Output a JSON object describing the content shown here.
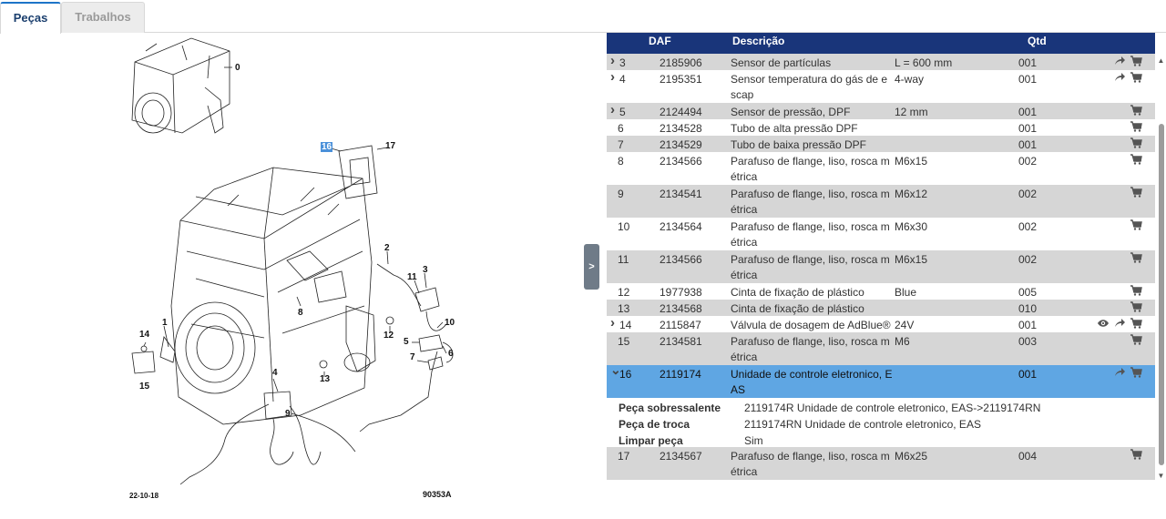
{
  "tabs": [
    {
      "label": "Peças",
      "active": true
    },
    {
      "label": "Trabalhos",
      "active": false
    }
  ],
  "diagram": {
    "callouts": [
      "0",
      "16",
      "17",
      "2",
      "11",
      "3",
      "8",
      "10",
      "1",
      "12",
      "5",
      "6",
      "14",
      "7",
      "13",
      "4",
      "9",
      "15"
    ],
    "date_label": "22-10-18",
    "drawing_code": "90353A",
    "highlight_color": "#4a90d9"
  },
  "collapse_toggle": {
    "label": ">",
    "icon": "chevron-right-icon"
  },
  "table": {
    "headers": {
      "daf": "DAF",
      "descricao": "Descrição",
      "qtd": "Qtd"
    },
    "header_color": "#19357a",
    "selected_color": "#5fa6e3",
    "rows": [
      {
        "num": "3",
        "daf": "2185906",
        "desc": "Sensor de partículas",
        "spec": "L = 600 mm",
        "qtd": "001",
        "expandable": true,
        "expanded": false,
        "icons": [
          "share-icon",
          "cart-icon"
        ]
      },
      {
        "num": "4",
        "daf": "2195351",
        "desc": "Sensor temperatura do gás de escap",
        "spec": "4-way",
        "qtd": "001",
        "expandable": true,
        "expanded": false,
        "icons": [
          "share-icon",
          "cart-icon"
        ]
      },
      {
        "num": "5",
        "daf": "2124494",
        "desc": "Sensor de pressão, DPF",
        "spec": "12 mm",
        "qtd": "001",
        "expandable": true,
        "expanded": false,
        "icons": [
          "cart-icon"
        ]
      },
      {
        "num": "6",
        "daf": "2134528",
        "desc": "Tubo de alta pressão DPF",
        "spec": "",
        "qtd": "001",
        "expandable": false,
        "icons": [
          "cart-icon"
        ]
      },
      {
        "num": "7",
        "daf": "2134529",
        "desc": "Tubo de baixa pressão DPF",
        "spec": "",
        "qtd": "001",
        "expandable": false,
        "icons": [
          "cart-icon"
        ]
      },
      {
        "num": "8",
        "daf": "2134566",
        "desc": "Parafuso de flange, liso, rosca métrica",
        "spec": "M6x15",
        "qtd": "002",
        "expandable": false,
        "icons": [
          "cart-icon"
        ]
      },
      {
        "num": "9",
        "daf": "2134541",
        "desc": "Parafuso de flange, liso, rosca métrica",
        "spec": "M6x12",
        "qtd": "002",
        "expandable": false,
        "icons": [
          "cart-icon"
        ]
      },
      {
        "num": "10",
        "daf": "2134564",
        "desc": "Parafuso de flange, liso, rosca métrica",
        "spec": "M6x30",
        "qtd": "002",
        "expandable": false,
        "icons": [
          "cart-icon"
        ]
      },
      {
        "num": "11",
        "daf": "2134566",
        "desc": "Parafuso de flange, liso, rosca métrica",
        "spec": "M6x15",
        "qtd": "002",
        "expandable": false,
        "icons": [
          "cart-icon"
        ]
      },
      {
        "num": "12",
        "daf": "1977938",
        "desc": "Cinta de fixação de plástico",
        "spec": "Blue",
        "qtd": "005",
        "expandable": false,
        "icons": [
          "cart-icon"
        ]
      },
      {
        "num": "13",
        "daf": "2134568",
        "desc": "Cinta de fixação de plástico",
        "spec": "",
        "qtd": "010",
        "expandable": false,
        "icons": [
          "cart-icon"
        ]
      },
      {
        "num": "14",
        "daf": "2115847",
        "desc": "Válvula de dosagem de AdBlue®",
        "spec": "24V",
        "qtd": "001",
        "expandable": true,
        "expanded": false,
        "icons": [
          "eye-icon",
          "share-icon",
          "cart-icon"
        ]
      },
      {
        "num": "15",
        "daf": "2134581",
        "desc": "Parafuso de flange, liso, rosca métrica",
        "spec": "M6",
        "qtd": "003",
        "expandable": false,
        "icons": [
          "cart-icon"
        ]
      },
      {
        "num": "16",
        "daf": "2119174",
        "desc": "Unidade de controle eletronico, EAS",
        "spec": "",
        "qtd": "001",
        "expandable": true,
        "expanded": true,
        "icons": [
          "share-icon",
          "cart-icon"
        ]
      },
      {
        "num": "17",
        "daf": "2134567",
        "desc": "Parafuso de flange, liso, rosca métrica",
        "spec": "M6x25",
        "qtd": "004",
        "expandable": false,
        "icons": [
          "cart-icon"
        ]
      }
    ],
    "details": [
      {
        "label": "Peça sobressalente",
        "value": "2119174R Unidade de controle eletronico, EAS->2119174RN"
      },
      {
        "label": "Peça de troca",
        "value": "2119174RN Unidade de controle eletronico, EAS"
      },
      {
        "label": "Limpar peça",
        "value": "Sim"
      }
    ]
  }
}
